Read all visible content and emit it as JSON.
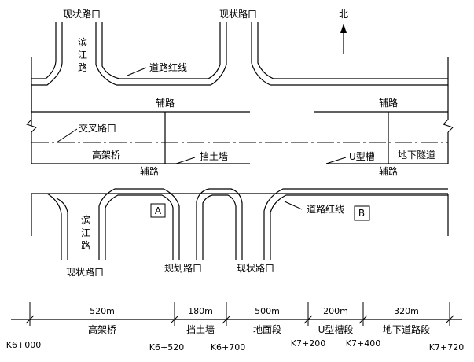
{
  "labels": {
    "north": "北",
    "existing_intersection": "现状路口",
    "binjiang_road": "滨江路",
    "road_red_line": "道路红线",
    "auxiliary_road": "辅路",
    "intersection": "交叉路口",
    "viaduct": "高架桥",
    "retaining_wall": "挡土墙",
    "u_trough": "U型槽",
    "underground_tunnel": "地下隧道",
    "planned_intersection": "规划路口",
    "box_a": "A",
    "box_b": "B"
  },
  "segments": [
    {
      "length": "520m",
      "name": "高架桥"
    },
    {
      "length": "180m",
      "name": "挡土墙"
    },
    {
      "length": "500m",
      "name": "地面段"
    },
    {
      "length": "200m",
      "name": "U型槽段"
    },
    {
      "length": "320m",
      "name": "地下道路段"
    }
  ],
  "stations": [
    "K6+000",
    "K6+520",
    "K6+700",
    "K7+200",
    "K7+400",
    "K7+720"
  ]
}
